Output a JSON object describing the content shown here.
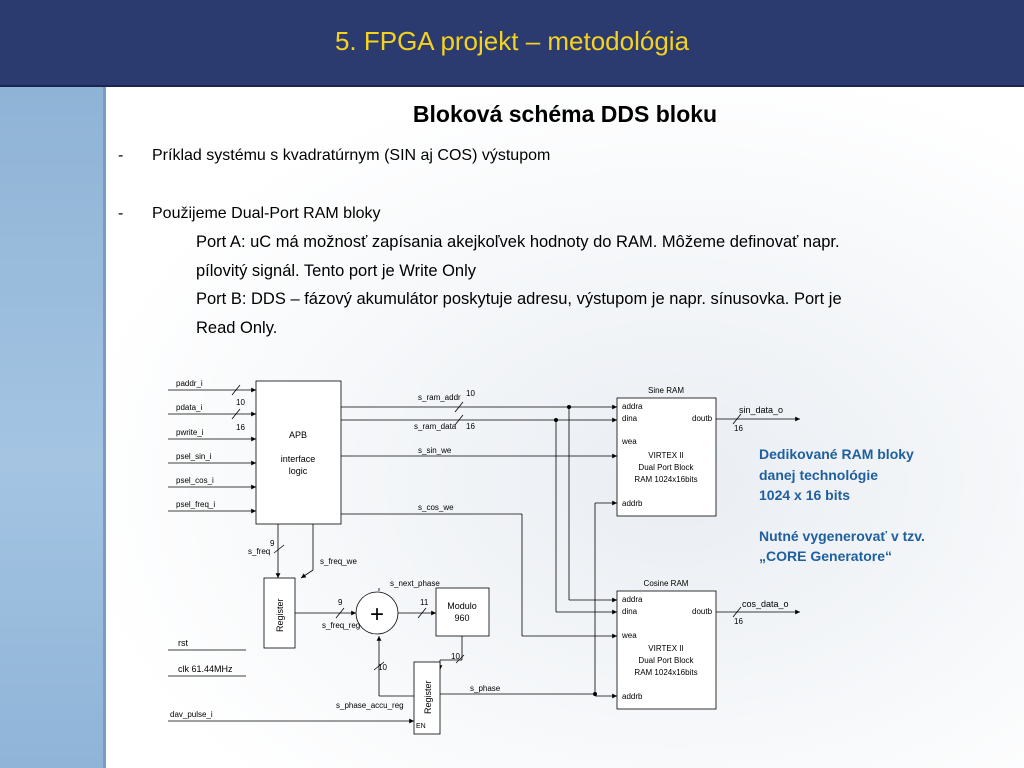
{
  "header": {
    "title": "5. FPGA projekt – metodológia"
  },
  "slide": {
    "title": "Bloková schéma DDS bloku",
    "bullets": [
      {
        "dash": "-",
        "text": "Príklad systému s kvadratúrnym (SIN aj COS) výstupom"
      },
      {
        "dash": "-",
        "text": "Použijeme Dual-Port RAM bloky"
      }
    ],
    "sub_lines": [
      "Port A: uC má možnosť zapísania akejkoľvek hodnoty do RAM. Môžeme definovať napr.",
      "pílovitý signál. Tento port je Write Only",
      "Port B: DDS – fázový akumulátor poskytuje adresu, výstupom je napr. sínusovka. Port je",
      "Read Only."
    ],
    "notes": [
      "Dedikované RAM bloky",
      "danej technológie",
      "1024 x 16 bits",
      "Nutné vygenerovať v tzv.",
      "„CORE Generatore“"
    ]
  },
  "diagram": {
    "inputs": [
      "paddr_i",
      "pdata_i",
      "pwrite_i",
      "psel_sin_i",
      "psel_cos_i",
      "psel_freq_i"
    ],
    "apb": {
      "line1": "APB",
      "line2": "interface",
      "line3": "logic"
    },
    "bus_widths": {
      "paddr": "10",
      "pdata": "16",
      "ram_addr": "10",
      "ram_data": "16",
      "freq": "9",
      "freq_reg": "9",
      "adder_out": "11",
      "modulo_out": "10",
      "accu": "10",
      "sin_out": "16",
      "cos_out": "16"
    },
    "signals": {
      "s_ram_addr": "s_ram_addr",
      "s_ram_data": "s_ram_data",
      "s_sin_we": "s_sin_we",
      "s_cos_we": "s_cos_we",
      "s_freq": "s_freq",
      "s_freq_we": "s_freq_we",
      "s_next_phase": "s_next_phase",
      "s_freq_reg": "s_freq_reg",
      "s_phase": "s_phase",
      "s_phase_accu_reg": "s_phase_accu_reg"
    },
    "sine_ram": {
      "title": "Sine RAM",
      "addra": "addra",
      "dina": "dina",
      "doutb": "doutb",
      "wea": "wea",
      "addrb": "addrb",
      "line1": "VIRTEX II",
      "line2": "Dual Port Block",
      "line3": "RAM 1024x16bits"
    },
    "cos_ram": {
      "title": "Cosine RAM",
      "addra": "addra",
      "dina": "dina",
      "doutb": "doutb",
      "wea": "wea",
      "addrb": "addrb",
      "line1": "VIRTEX II",
      "line2": "Dual Port Block",
      "line3": "RAM 1024x16bits"
    },
    "outputs": {
      "sin": "sin_data_o",
      "cos": "cos_data_o"
    },
    "register_label": "Register",
    "plus": "+",
    "modulo": {
      "line1": "Modulo",
      "line2": "960"
    },
    "rst": "rst",
    "clk": "clk 61.44MHz",
    "dav": "dav_pulse_i",
    "en": "EN"
  }
}
